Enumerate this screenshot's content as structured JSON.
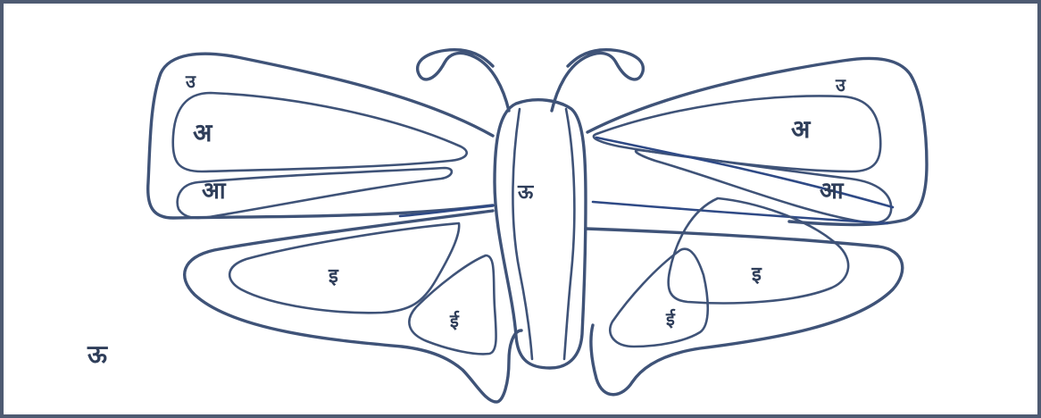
{
  "figure": {
    "labels": {
      "top_left_outer": "उ",
      "top_right_outer": "उ",
      "left_upper_inner": "अ",
      "right_upper_inner": "अ",
      "left_lower_inner": "आ",
      "right_lower_inner": "आ",
      "body": "ऊ",
      "left_hind_large": "इ",
      "right_hind_large": "इ",
      "left_hind_small": "ई",
      "right_hind_small": "ई",
      "bottom_left_caption": "ऊ"
    },
    "colors": {
      "outline": "#3f5378",
      "vein": "#2f4a86",
      "border": "#4e5b72",
      "text": "#2f3e5a",
      "background": "#ffffff"
    }
  }
}
